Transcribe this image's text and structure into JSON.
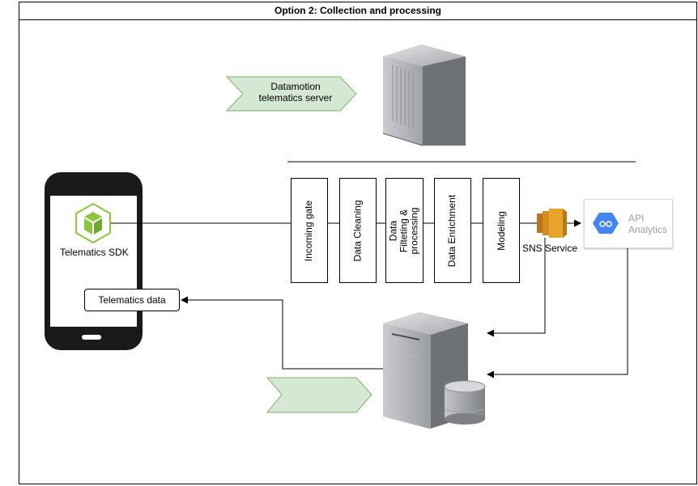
{
  "diagram": {
    "title": "Option 2: Collection and processing",
    "server_banner": "Datamotion\ntelematics server",
    "sdk_label": "Telematics SDK",
    "telematics_data_label": "Telematics data",
    "pipeline_steps": [
      "Incoming gate",
      "Data Cleaning",
      "Data Filteting &\nprocessing",
      "Data Enrichment",
      "Modeling"
    ],
    "sns_label": "SNS Service",
    "api_label": "API\nAnalytics"
  },
  "colors": {
    "banner_fill": "#d5e8d4",
    "banner_stroke": "#82b366",
    "sdk_icon": "#8cc63f",
    "sns_orange": "#e7a42c",
    "api_blue": "#4285f4",
    "server_gray": "#8a8d92"
  },
  "icons": {
    "phone": "smartphone-icon",
    "sdk": "sdk-cube-icon",
    "top_server": "server-tower-icon",
    "bottom_server": "database-server-icon",
    "sns": "sns-service-icon",
    "api": "api-analytics-icon"
  }
}
